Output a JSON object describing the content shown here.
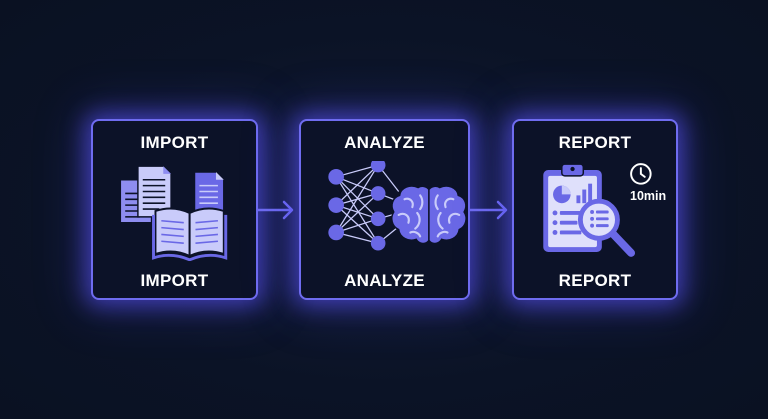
{
  "steps": [
    {
      "top_label": "IMPORT",
      "bottom_label": "IMPORT"
    },
    {
      "top_label": "ANALYZE",
      "bottom_label": "ANALYZE"
    },
    {
      "top_label": "REPORT",
      "bottom_label": "REPORT",
      "duration": "10min"
    }
  ],
  "icons": {
    "import": "documents-and-open-book-icon",
    "analyze": "neural-network-brain-icon",
    "report": "report-clipboard-magnifier-icon",
    "duration": "clock-icon",
    "connector": "arrow-right-icon"
  },
  "colors": {
    "background": "#0b1326",
    "accent": "#6f6cf0",
    "icon_fill": "#6a68e6",
    "icon_light": "#c9cbfa",
    "text": "#ffffff"
  }
}
